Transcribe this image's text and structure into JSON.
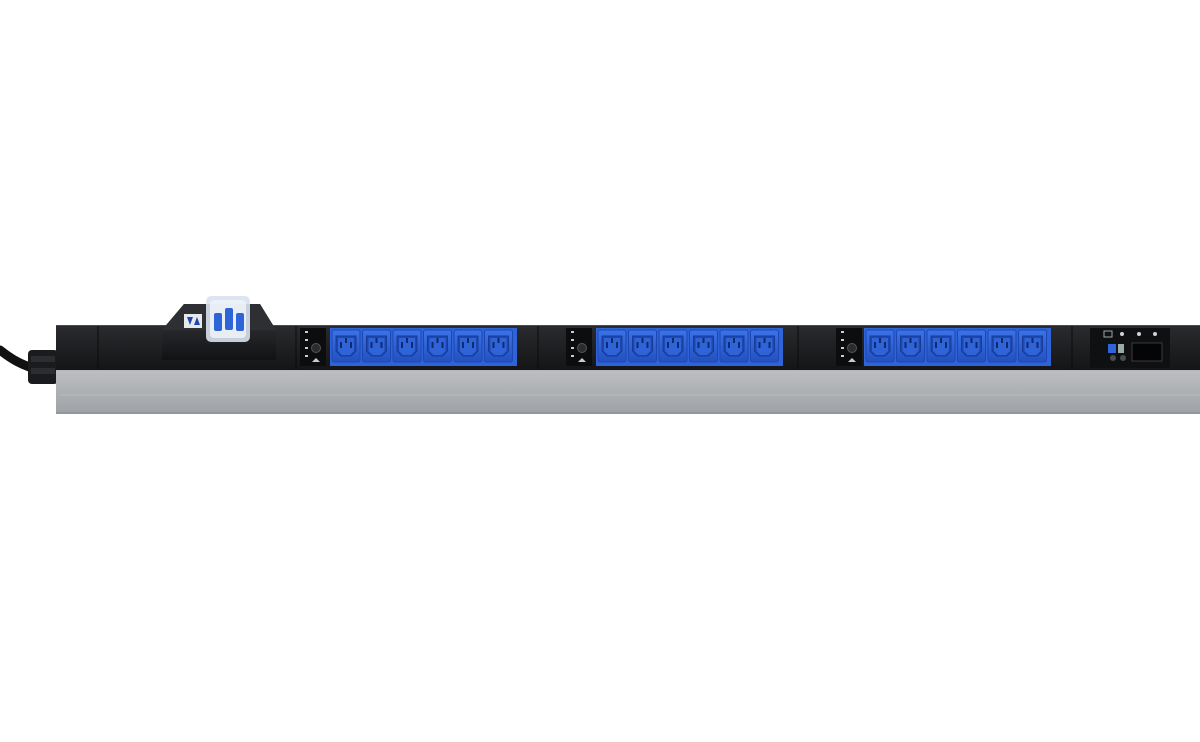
{
  "product": {
    "type": "rack-pdu",
    "outlet_color": "#2f63d8",
    "outlet_color_dark": "#1d47b3",
    "body_color": "#c9cbce",
    "panel_color": "#1e1f21",
    "outlet_banks": [
      {
        "outlet_count": 6
      },
      {
        "outlet_count": 6
      },
      {
        "outlet_count": 6
      }
    ],
    "icons": [
      "power-cord-icon",
      "circuit-breaker-icon",
      "bank-status-leds-icon",
      "control-panel-icon",
      "lcd-display-icon"
    ]
  }
}
